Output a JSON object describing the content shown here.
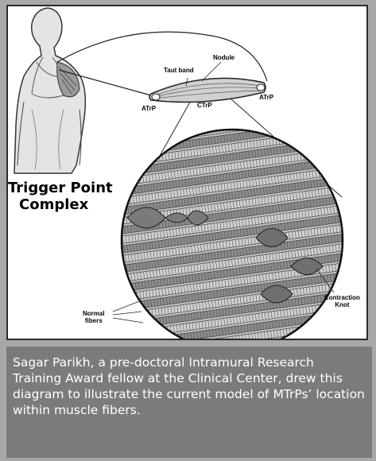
{
  "figure": {
    "title_line1": "Trigger Point",
    "title_line2": "Complex",
    "labels": {
      "nodule": "Nodule",
      "taut_band": "Taut band",
      "atrp_left": "ATrP",
      "ctrp": "CTrP",
      "atrp_right": "ATrP",
      "contraction_knot_line1": "Contraction",
      "contraction_knot_line2": "Knot",
      "normal_fibers_line1": "Normal",
      "normal_fibers_line2": "fibers"
    }
  },
  "caption": {
    "text": "Sagar Parikh, a pre-doctoral Intramural Research Training Award fellow at the Clinical Center, drew this diagram to illustrate the current model of MTrPs’ location within muscle fibers."
  }
}
